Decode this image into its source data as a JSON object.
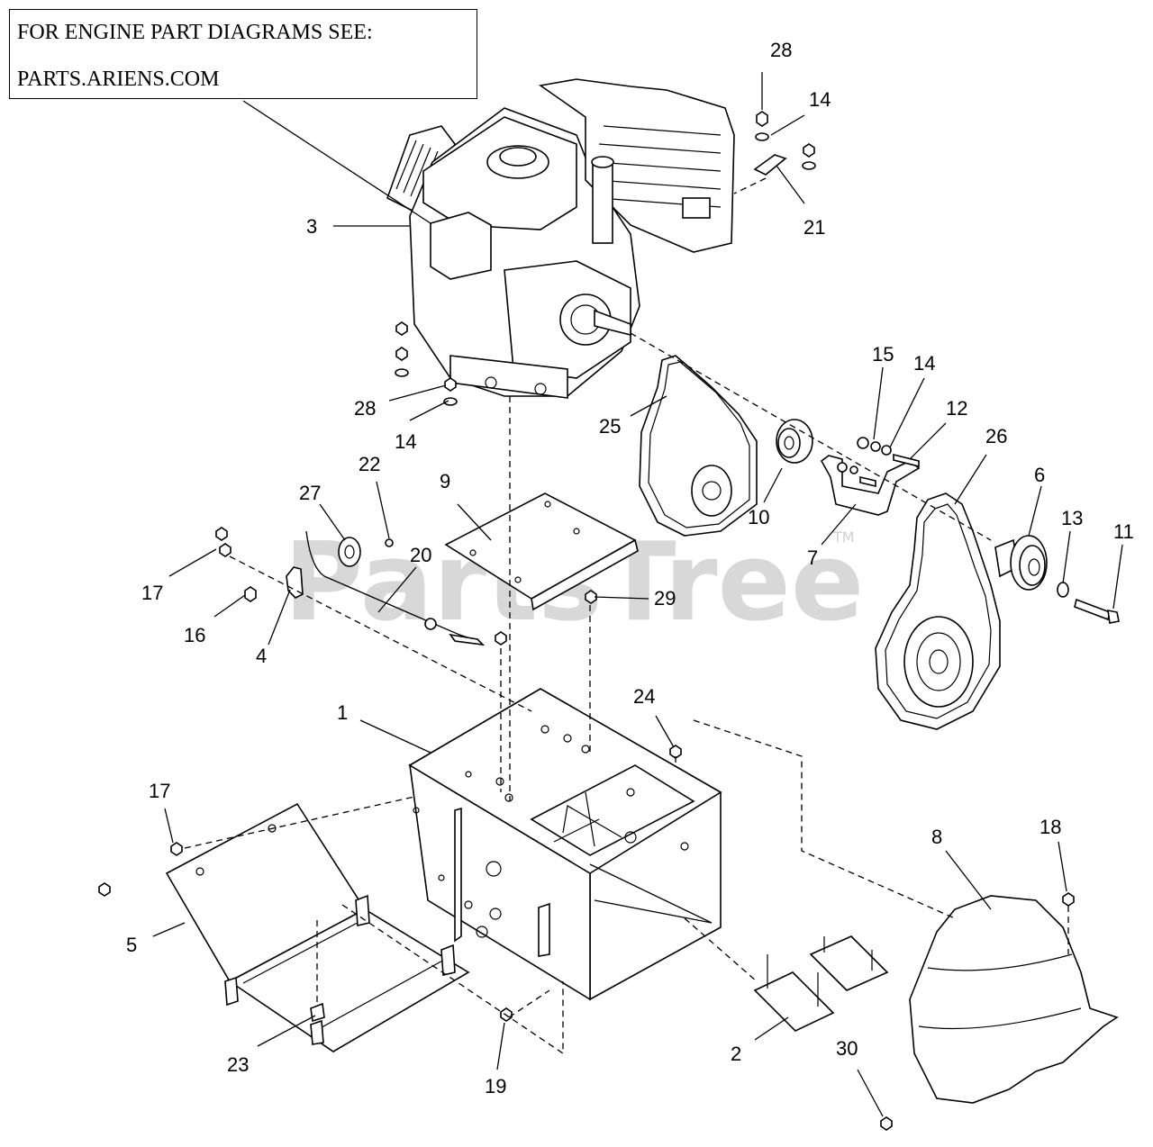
{
  "note": {
    "line1": "FOR ENGINE PART DIAGRAMS SEE:",
    "line2": "PARTS.ARIENS.COM"
  },
  "watermark": {
    "brand": "PartsTree",
    "mark": "TM"
  },
  "callouts": {
    "c28a": "28",
    "c14a": "14",
    "c21": "21",
    "c3": "3",
    "c28b": "28",
    "c14b": "14",
    "c15": "15",
    "c14c": "14",
    "c12": "12",
    "c26": "26",
    "c25": "25",
    "c10": "10",
    "c6": "6",
    "c13": "13",
    "c11": "11",
    "c7": "7",
    "c22": "22",
    "c27": "27",
    "c9": "9",
    "c20": "20",
    "c29": "29",
    "c17a": "17",
    "c16": "16",
    "c4": "4",
    "c24": "24",
    "c1": "1",
    "c17b": "17",
    "c18": "18",
    "c8": "8",
    "c5": "5",
    "c23": "23",
    "c19": "19",
    "c2": "2",
    "c30": "30"
  }
}
